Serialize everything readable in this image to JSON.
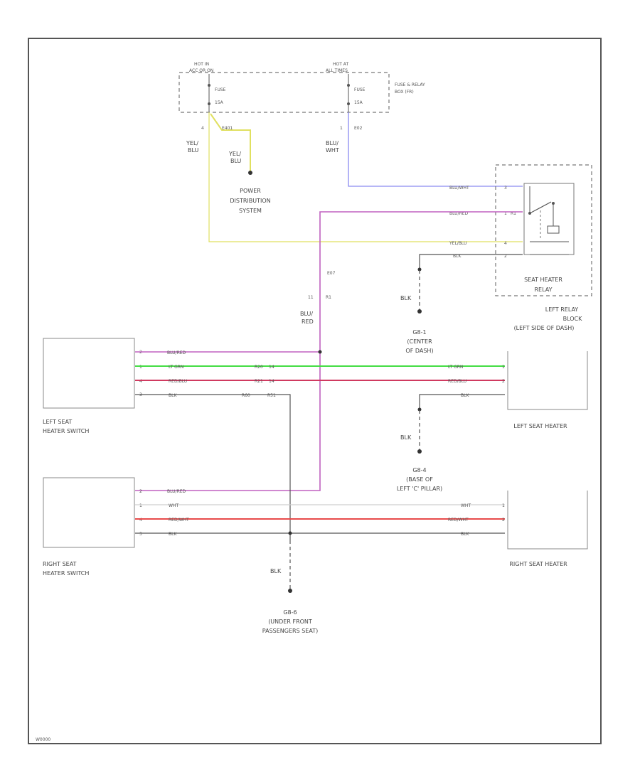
{
  "colors": {
    "frame": "#555555",
    "yel_blu": "#e0e060",
    "blu_wht": "#8a8af0",
    "blu_red": "#c060c0",
    "lt_grn": "#44dd44",
    "red_blu": "#d03a60",
    "red_wht": "#e84a4a",
    "wht": "#cfcfcf",
    "blk": "#555555"
  },
  "fuse_box": {
    "hot_left_1": "HOT IN",
    "hot_left_2": "ACC OR ON",
    "hot_right_1": "HOT AT",
    "hot_right_2": "ALL TIMES",
    "fuse_left_1": "FUSE",
    "fuse_left_2": "15A",
    "fuse_right_1": "FUSE",
    "fuse_right_2": "15A",
    "label_1": "FUSE & RELAY",
    "label_2": "BOX (FR)",
    "pin_left": "4",
    "pin_right": "1",
    "conn_left": "E401",
    "conn_right": "E02"
  },
  "wire_labels": {
    "yel_blu_1": "YEL/",
    "yel_blu_2": "BLU",
    "yel_blu_b1": "YEL/",
    "yel_blu_b2": "BLU",
    "blu_wht_1": "BLU/",
    "blu_wht_2": "WHT",
    "relay_blu_wht": "BLU/WHT",
    "relay_blu_red": "BLU/RED",
    "relay_yel_blu": "YEL/BLU",
    "relay_blk": "BLK",
    "blu_red_1": "BLU/",
    "blu_red_2": "RED",
    "ls_blu_red": "BLU/RED",
    "ls_lt_grn": "LT GRN",
    "ls_red_blu": "RED/BLU",
    "ls_blk": "BLK",
    "lh_lt_grn": "LT GRN",
    "lh_red_blu": "RED/BLU",
    "lh_blk": "BLK",
    "rs_blu_red": "BLU/RED",
    "rs_wht": "WHT",
    "rs_red_wht": "RED/WHT",
    "rs_blk": "BLK",
    "rh_wht": "WHT",
    "rh_red_wht": "RED/WHT",
    "rh_blk": "BLK",
    "g1_blk": "BLK",
    "g2_blk": "BLK",
    "g3_blk": "BLK"
  },
  "relay": {
    "pins": [
      "3",
      "1",
      "4",
      "2"
    ],
    "conn": "R1",
    "name_1": "SEAT HEATER",
    "name_2": "RELAY",
    "block_1": "LEFT RELAY",
    "block_2": "BLOCK",
    "block_3": "(LEFT SIDE OF DASH)"
  },
  "splice": {
    "conn": "E07",
    "pin_a": "11",
    "pin_b": "R1"
  },
  "power_dist": {
    "line_1": "POWER",
    "line_2": "DISTRIBUTION",
    "line_3": "SYSTEM"
  },
  "ground_1": {
    "id": "G8-1",
    "line_1": "(CENTER",
    "line_2": "OF DASH)"
  },
  "ground_2": {
    "id": "G8-4",
    "line_1": "(BASE OF",
    "line_2": "LEFT 'C' PILLAR)"
  },
  "ground_3": {
    "id": "G8-6",
    "line_1": "(UNDER FRONT",
    "line_2": "PASSENGERS SEAT)"
  },
  "left_switch": {
    "line_1": "LEFT SEAT",
    "line_2": "HEATER SWITCH",
    "pins": [
      "2",
      "1",
      "4",
      "3"
    ]
  },
  "left_heater": {
    "label": "LEFT SEAT HEATER",
    "pins": [
      "1",
      "2"
    ]
  },
  "right_switch": {
    "line_1": "RIGHT SEAT",
    "line_2": "HEATER SWITCH",
    "pins": [
      "2",
      "1",
      "4",
      "3"
    ]
  },
  "right_heater": {
    "label": "RIGHT SEAT HEATER",
    "pins": [
      "1",
      "2"
    ]
  },
  "mid_conn": {
    "pin_a": "14",
    "pin_b": "14",
    "left_a": "R20",
    "left_b": "R21",
    "blk_a": "R60",
    "blk_b": "R51"
  },
  "footer": "W0000"
}
